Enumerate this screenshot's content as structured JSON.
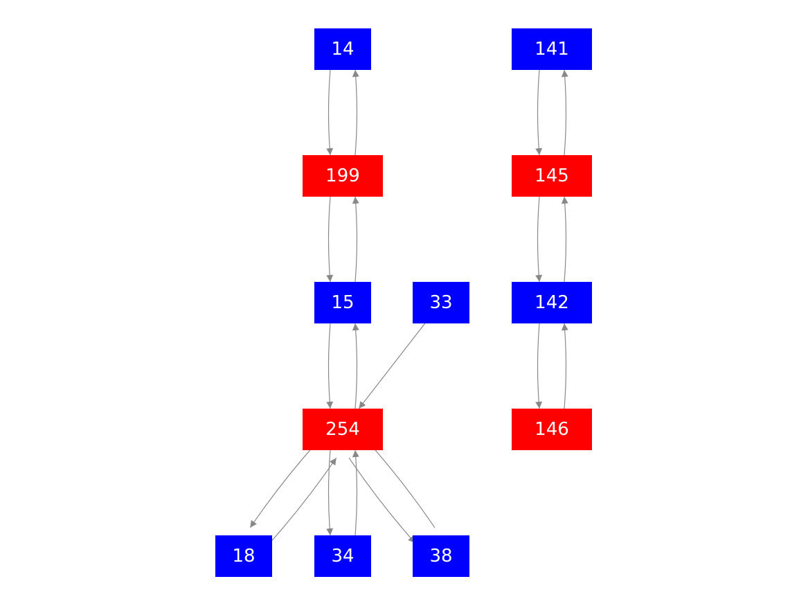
{
  "colors": {
    "red_node": "#ff0000",
    "blue_node": "#0000ff",
    "edge": "#888888",
    "label": "#ffffff",
    "background": "#ffffff"
  },
  "nodes": [
    {
      "id": "14",
      "label": "14",
      "color": "blue"
    },
    {
      "id": "199",
      "label": "199",
      "color": "red"
    },
    {
      "id": "15",
      "label": "15",
      "color": "blue"
    },
    {
      "id": "33",
      "label": "33",
      "color": "blue"
    },
    {
      "id": "254",
      "label": "254",
      "color": "red"
    },
    {
      "id": "18",
      "label": "18",
      "color": "blue"
    },
    {
      "id": "34",
      "label": "34",
      "color": "blue"
    },
    {
      "id": "38",
      "label": "38",
      "color": "blue"
    },
    {
      "id": "141",
      "label": "141",
      "color": "blue"
    },
    {
      "id": "145",
      "label": "145",
      "color": "red"
    },
    {
      "id": "142",
      "label": "142",
      "color": "blue"
    },
    {
      "id": "146",
      "label": "146",
      "color": "red"
    }
  ],
  "edges": [
    {
      "from": "14",
      "to": "199"
    },
    {
      "from": "199",
      "to": "14"
    },
    {
      "from": "199",
      "to": "15"
    },
    {
      "from": "15",
      "to": "199"
    },
    {
      "from": "15",
      "to": "254"
    },
    {
      "from": "254",
      "to": "15"
    },
    {
      "from": "33",
      "to": "254"
    },
    {
      "from": "254",
      "to": "18"
    },
    {
      "from": "18",
      "to": "254"
    },
    {
      "from": "254",
      "to": "34"
    },
    {
      "from": "34",
      "to": "254"
    },
    {
      "from": "254",
      "to": "38"
    },
    {
      "from": "38",
      "to": "254"
    },
    {
      "from": "141",
      "to": "145"
    },
    {
      "from": "145",
      "to": "141"
    },
    {
      "from": "145",
      "to": "142"
    },
    {
      "from": "142",
      "to": "145"
    },
    {
      "from": "142",
      "to": "146"
    },
    {
      "from": "146",
      "to": "142"
    }
  ]
}
